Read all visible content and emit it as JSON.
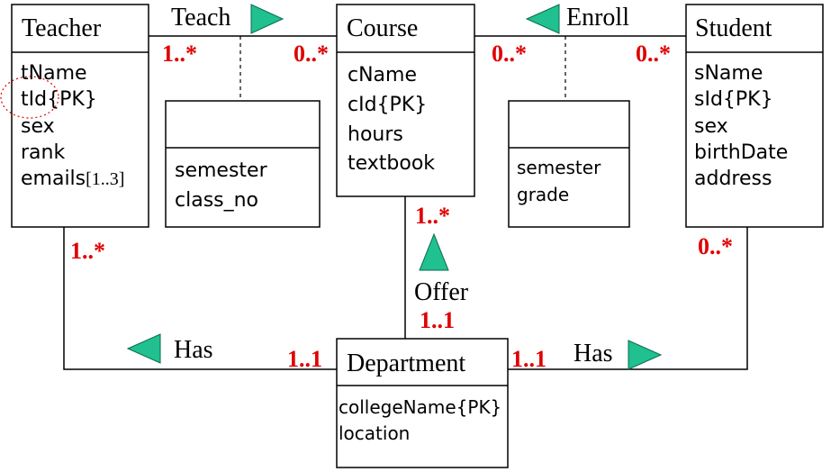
{
  "entities": {
    "teacher": {
      "title": "Teacher",
      "attrs": [
        "tName",
        "tId{PK}",
        "sex",
        "rank"
      ],
      "emails_name": "emails",
      "emails_mult": "[1..3]"
    },
    "course": {
      "title": "Course",
      "attrs": [
        "cName",
        "cId{PK}",
        "hours",
        "textbook"
      ]
    },
    "student": {
      "title": "Student",
      "attrs": [
        "sName",
        "sId{PK}",
        "sex",
        "birthDate",
        "address"
      ]
    },
    "department": {
      "title": "Department",
      "attrs": [
        "collegeName{PK}",
        "location"
      ]
    }
  },
  "association_classes": {
    "teach": {
      "attrs": [
        "semester",
        "class_no"
      ]
    },
    "enroll": {
      "attrs": [
        "semester",
        "grade"
      ]
    }
  },
  "relationships": {
    "teach": {
      "label": "Teach",
      "mult_left": "1..*",
      "mult_right": "0..*"
    },
    "enroll": {
      "label": "Enroll",
      "mult_left": "0..*",
      "mult_right": "0..*"
    },
    "offer": {
      "label": "Offer",
      "mult_top": "1..*",
      "mult_bottom": "1..1"
    },
    "has_teacher": {
      "label": "Has",
      "mult_top": "1..*",
      "mult_right": "1..1"
    },
    "has_student": {
      "label": "Has",
      "mult_left": "1..1",
      "mult_top": "0..*"
    }
  },
  "colors": {
    "multiplicity": "#e00000",
    "direction_triangle": "#20c090"
  },
  "icons": {
    "direction": "triangle-arrow-icon",
    "primary_key_highlight": "dotted-circle-icon"
  }
}
